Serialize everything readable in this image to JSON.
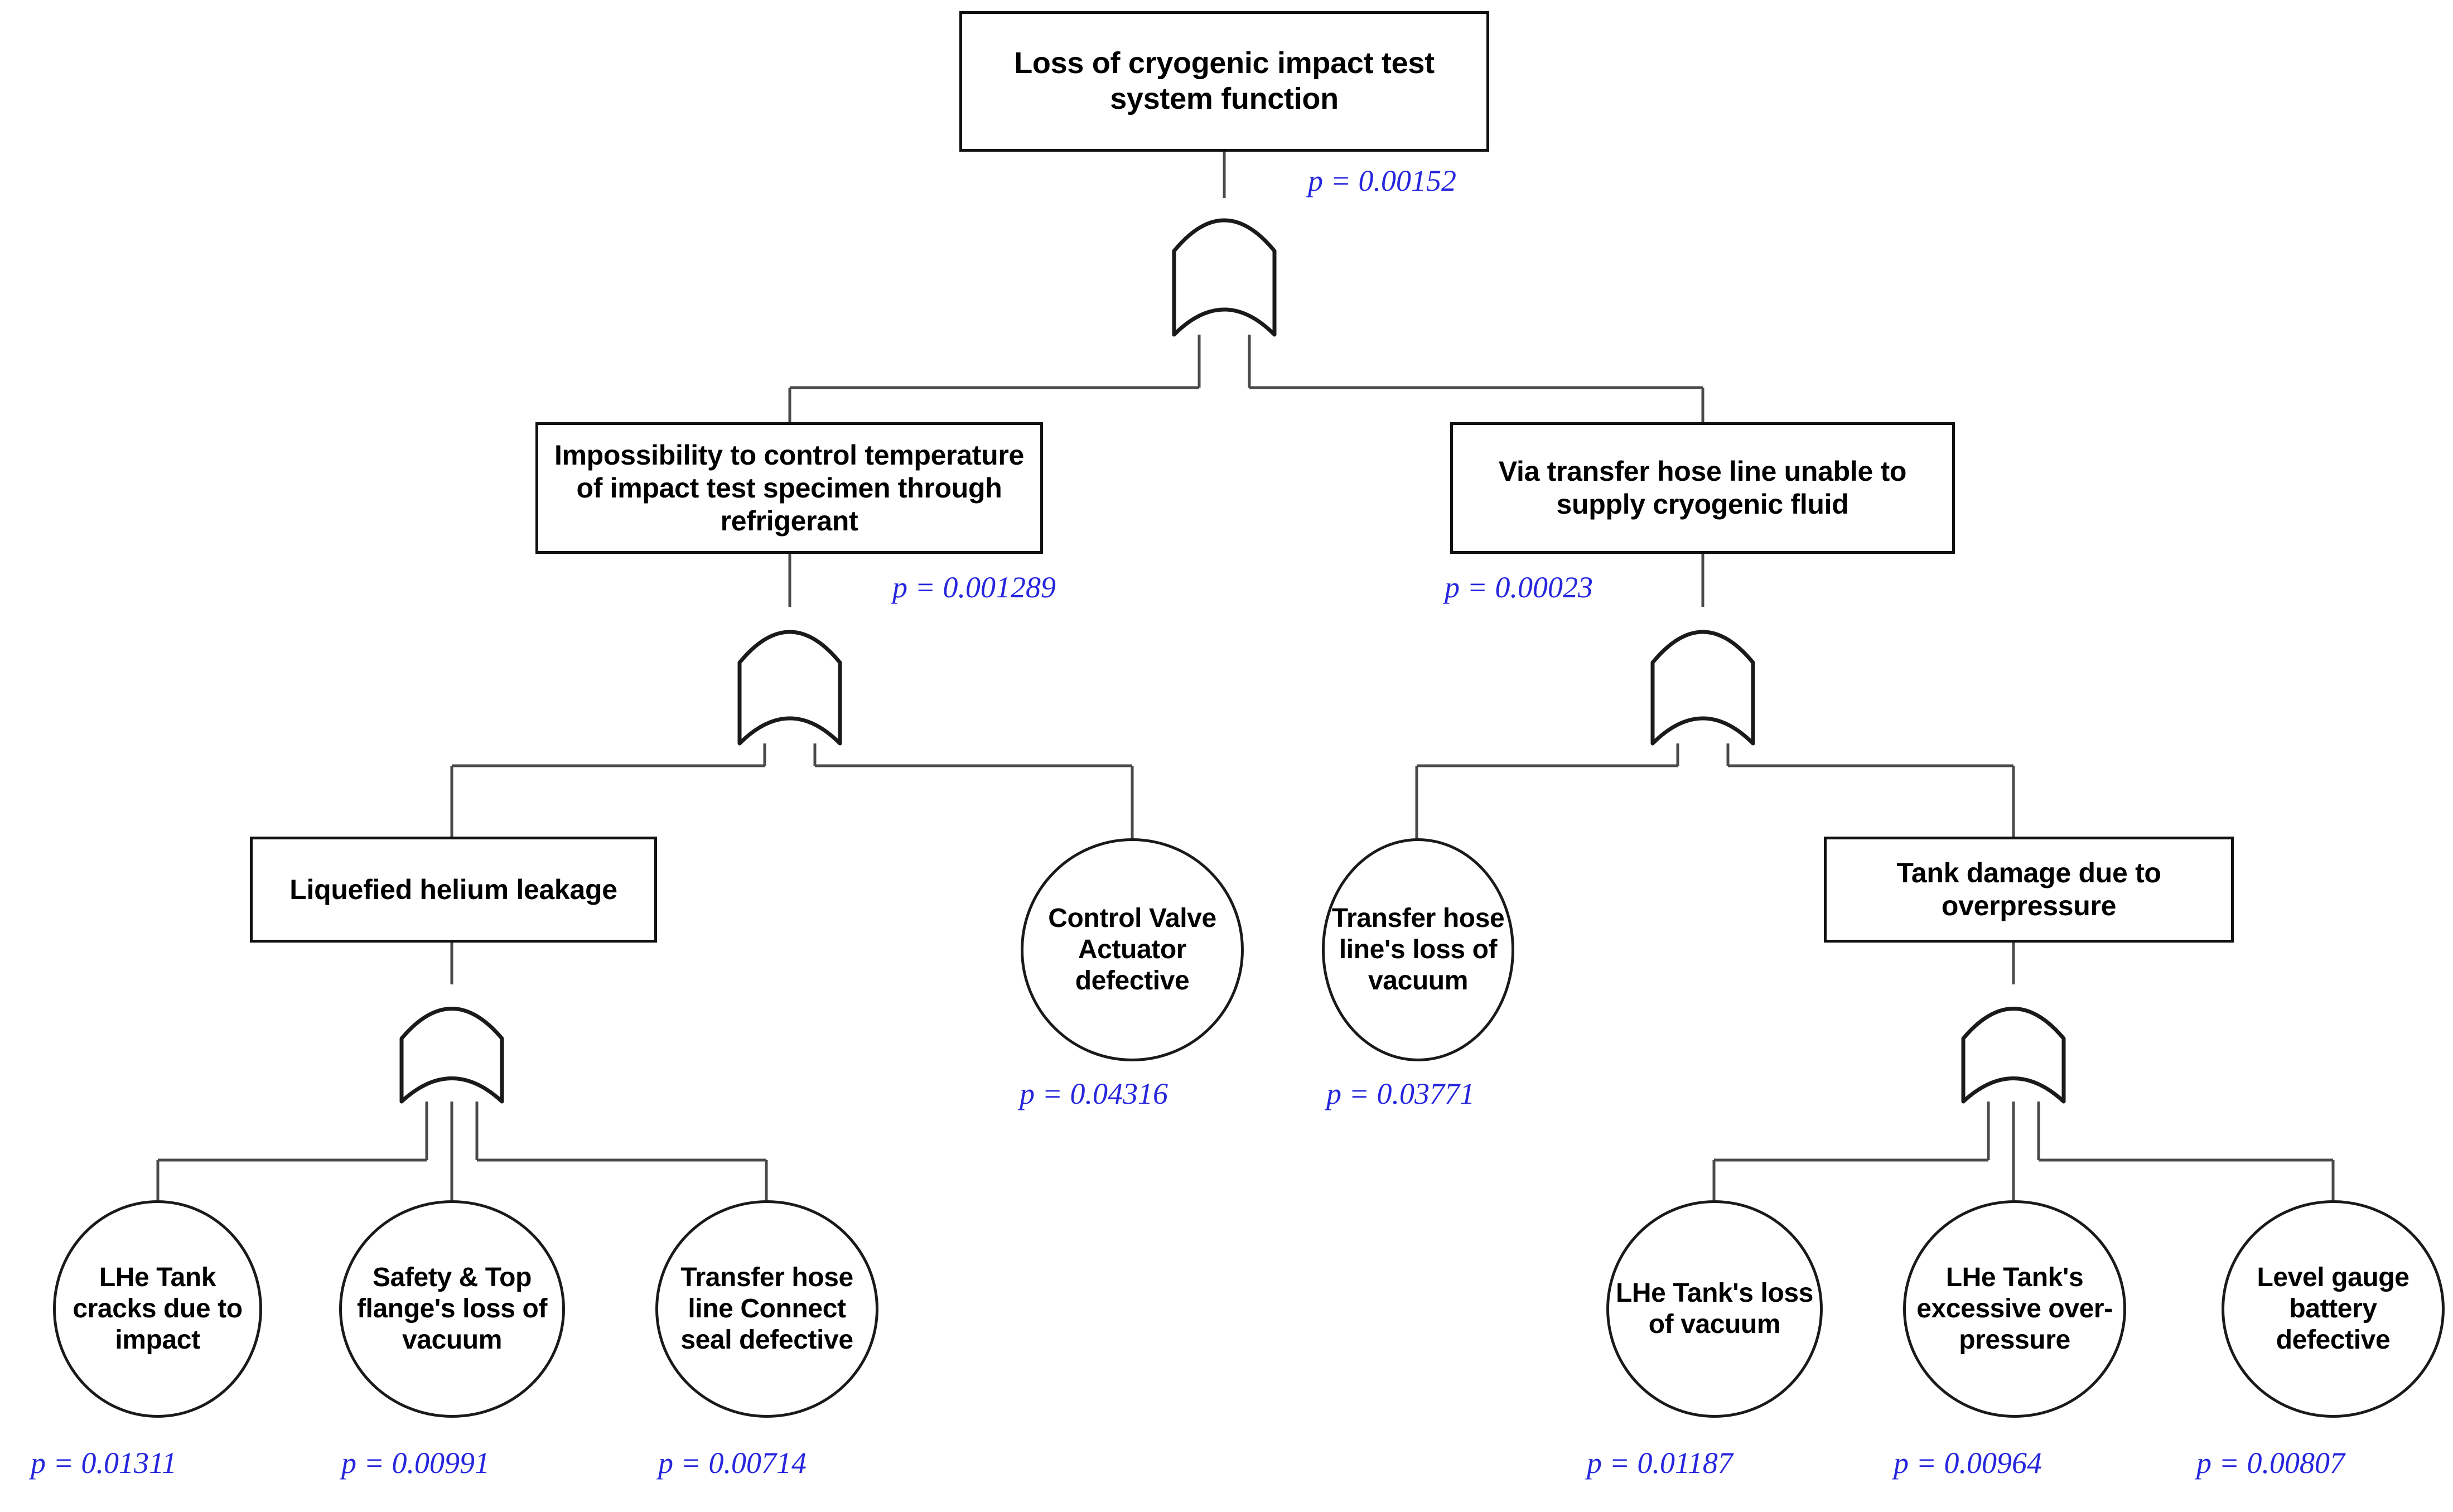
{
  "diagram": {
    "type": "fault-tree",
    "title": "",
    "accent_color": "#2626DD",
    "line_color": "#111111",
    "gate_type": "OR"
  },
  "nodes": {
    "top_event": {
      "label": "Loss of cryogenic impact test system function",
      "shape": "rectangle",
      "p_text": "p = 0.00152",
      "p_value": 0.00152
    },
    "intermediate_left": {
      "label": "Impossibility to control temperature of impact test specimen through refrigerant",
      "shape": "rectangle",
      "p_text": "p = 0.001289",
      "p_value": 0.001289
    },
    "intermediate_right": {
      "label": "Via transfer hose line unable to supply cryogenic fluid",
      "shape": "rectangle",
      "p_text": "p = 0.00023",
      "p_value": 0.00023
    },
    "helium_leakage": {
      "label": "Liquefied helium leakage",
      "shape": "rectangle",
      "p_text": "",
      "p_value": null
    },
    "control_valve": {
      "label": "Control Valve Actuator defective",
      "shape": "circle",
      "p_text": "p = 0.04316",
      "p_value": 0.04316
    },
    "hose_vacuum": {
      "label": "Transfer hose line's loss of vacuum",
      "shape": "circle",
      "p_text": "p = 0.03771",
      "p_value": 0.03771
    },
    "tank_damage": {
      "label": "Tank damage due to overpressure",
      "shape": "rectangle",
      "p_text": "",
      "p_value": null
    },
    "lhe_cracks": {
      "label": "LHe Tank cracks due to impact",
      "shape": "circle",
      "p_text": "p = 0.01311",
      "p_value": 0.01311
    },
    "safety_flange": {
      "label": "Safety & Top flange's loss of vacuum",
      "shape": "circle",
      "p_text": "p = 0.00991",
      "p_value": 0.00991
    },
    "connect_seal": {
      "label": "Transfer hose line Connect seal defective",
      "shape": "circle",
      "p_text": "p = 0.00714",
      "p_value": 0.00714
    },
    "lhe_vacuum": {
      "label": "LHe Tank's loss of vacuum",
      "shape": "circle",
      "p_text": "p = 0.01187",
      "p_value": 0.01187
    },
    "lhe_overpressure": {
      "label": "LHe Tank's excessive over-pressure",
      "shape": "circle",
      "p_text": "p = 0.00964",
      "p_value": 0.00964
    },
    "level_gauge": {
      "label": "Level gauge battery defective",
      "shape": "circle",
      "p_text": "p = 0.00807",
      "p_value": 0.00807
    }
  },
  "gates": {
    "gate_top": {
      "type": "OR",
      "name": "or-gate-top"
    },
    "gate_left": {
      "type": "OR",
      "name": "or-gate-left"
    },
    "gate_right": {
      "type": "OR",
      "name": "or-gate-right"
    },
    "gate_helium": {
      "type": "OR",
      "name": "or-gate-helium-leakage"
    },
    "gate_tank": {
      "type": "OR",
      "name": "or-gate-tank-damage"
    }
  }
}
